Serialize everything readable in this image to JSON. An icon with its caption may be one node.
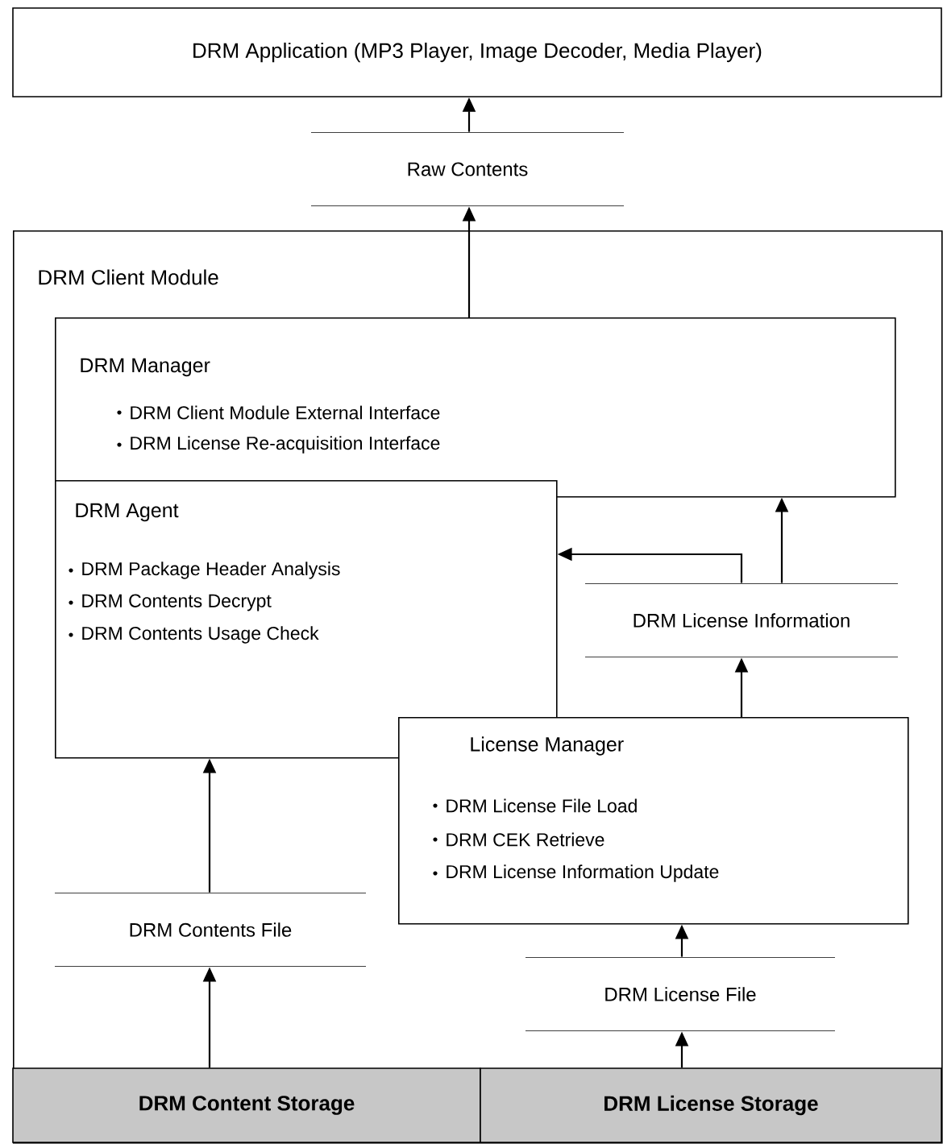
{
  "diagram": {
    "nodes": [
      {
        "text": [
          "DRM Application (MP3 Player, Image Decoder, Media Player)"
        ]
      },
      {
        "text": [
          "Raw Contents"
        ]
      },
      {
        "text": [
          "DRM Client Module"
        ]
      },
      {
        "text": [
          "DRM Manager",
          "DRM Client Module External Interface",
          "DRM License Re-acquisition Interface"
        ],
        "in": 2
      },
      {
        "text": [
          "DRM Agent",
          "DRM Package Header Analysis",
          "DRM Contents Decrypt",
          "DRM Contents Usage Check"
        ],
        "in": 2
      },
      {
        "text": [
          "DRM License Information"
        ],
        "in": 2
      },
      {
        "text": [
          "License Manager",
          "DRM License File Load",
          "DRM CEK Retrieve",
          "DRM License Information Update"
        ],
        "in": 2
      },
      {
        "text": [
          "DRM Contents File"
        ],
        "in": 2
      },
      {
        "text": [
          "DRM License File"
        ],
        "in": 2
      },
      {
        "text": [
          "DRM Content Storage"
        ],
        "in": 2
      },
      {
        "text": [
          "DRM License Storage"
        ],
        "in": 2
      }
    ],
    "edges": [
      {
        "from": 1,
        "to": 0,
        "arrow": "to"
      },
      {
        "from": 3,
        "to": 1,
        "arrow": "to"
      },
      {
        "from": 5,
        "to": 4,
        "arrow": "to"
      },
      {
        "from": 5,
        "to": 3,
        "arrow": "to"
      },
      {
        "from": 6,
        "to": 5,
        "arrow": "to"
      },
      {
        "from": 7,
        "to": 4,
        "arrow": "to"
      },
      {
        "from": 9,
        "to": 7,
        "arrow": "to"
      },
      {
        "from": 8,
        "to": 6,
        "arrow": "to"
      },
      {
        "from": 10,
        "to": 8,
        "arrow": "to"
      }
    ]
  }
}
